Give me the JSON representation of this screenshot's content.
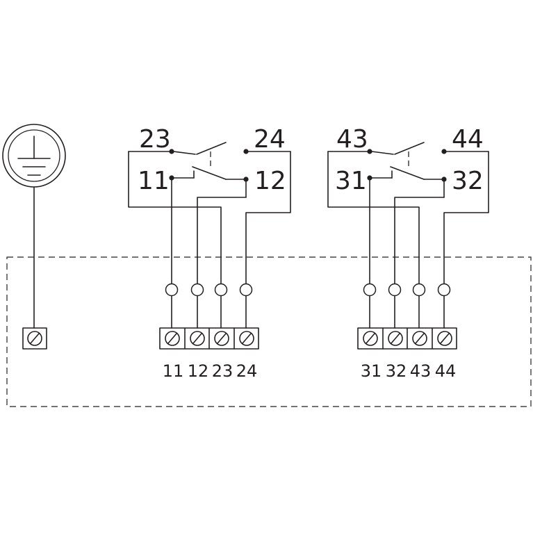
{
  "earth_symbol": {
    "icon": "protective-earth-icon"
  },
  "relay_blocks": [
    {
      "contact_labels": {
        "top_left": "23",
        "top_right": "24",
        "mid_left": "11",
        "mid_right": "12"
      },
      "terminal_labels": [
        "11",
        "12",
        "23",
        "24"
      ]
    },
    {
      "contact_labels": {
        "top_left": "43",
        "top_right": "44",
        "mid_left": "31",
        "mid_right": "32"
      },
      "terminal_labels": [
        "31",
        "32",
        "43",
        "44"
      ]
    }
  ],
  "colors": {
    "line": "#231f20",
    "background": "#ffffff"
  }
}
